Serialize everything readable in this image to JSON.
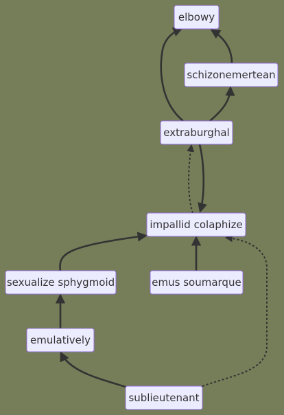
{
  "nodes": [
    {
      "id": "elbowy",
      "label": "elbowy"
    },
    {
      "id": "schizonemertean",
      "label": "schizonemertean"
    },
    {
      "id": "extraburghal",
      "label": "extraburghal"
    },
    {
      "id": "impallid",
      "label": "impallid colaphize"
    },
    {
      "id": "sexualize",
      "label": "sexualize sphygmoid"
    },
    {
      "id": "emus",
      "label": "emus soumarque"
    },
    {
      "id": "emulatively",
      "label": "emulatively"
    },
    {
      "id": "sublieutenant",
      "label": "sublieutenant"
    }
  ],
  "edges": [
    {
      "from": "extraburghal",
      "to": "elbowy",
      "style": "solid"
    },
    {
      "from": "schizonemertean",
      "to": "elbowy",
      "style": "solid"
    },
    {
      "from": "extraburghal",
      "to": "schizonemertean",
      "style": "solid"
    },
    {
      "from": "extraburghal",
      "to": "impallid",
      "style": "solid"
    },
    {
      "from": "impallid",
      "to": "extraburghal",
      "style": "dashed"
    },
    {
      "from": "sexualize",
      "to": "impallid",
      "style": "solid"
    },
    {
      "from": "emus",
      "to": "impallid",
      "style": "solid"
    },
    {
      "from": "emulatively",
      "to": "sexualize",
      "style": "solid"
    },
    {
      "from": "sublieutenant",
      "to": "emulatively",
      "style": "solid"
    },
    {
      "from": "sublieutenant",
      "to": "impallid",
      "style": "dashed"
    }
  ]
}
